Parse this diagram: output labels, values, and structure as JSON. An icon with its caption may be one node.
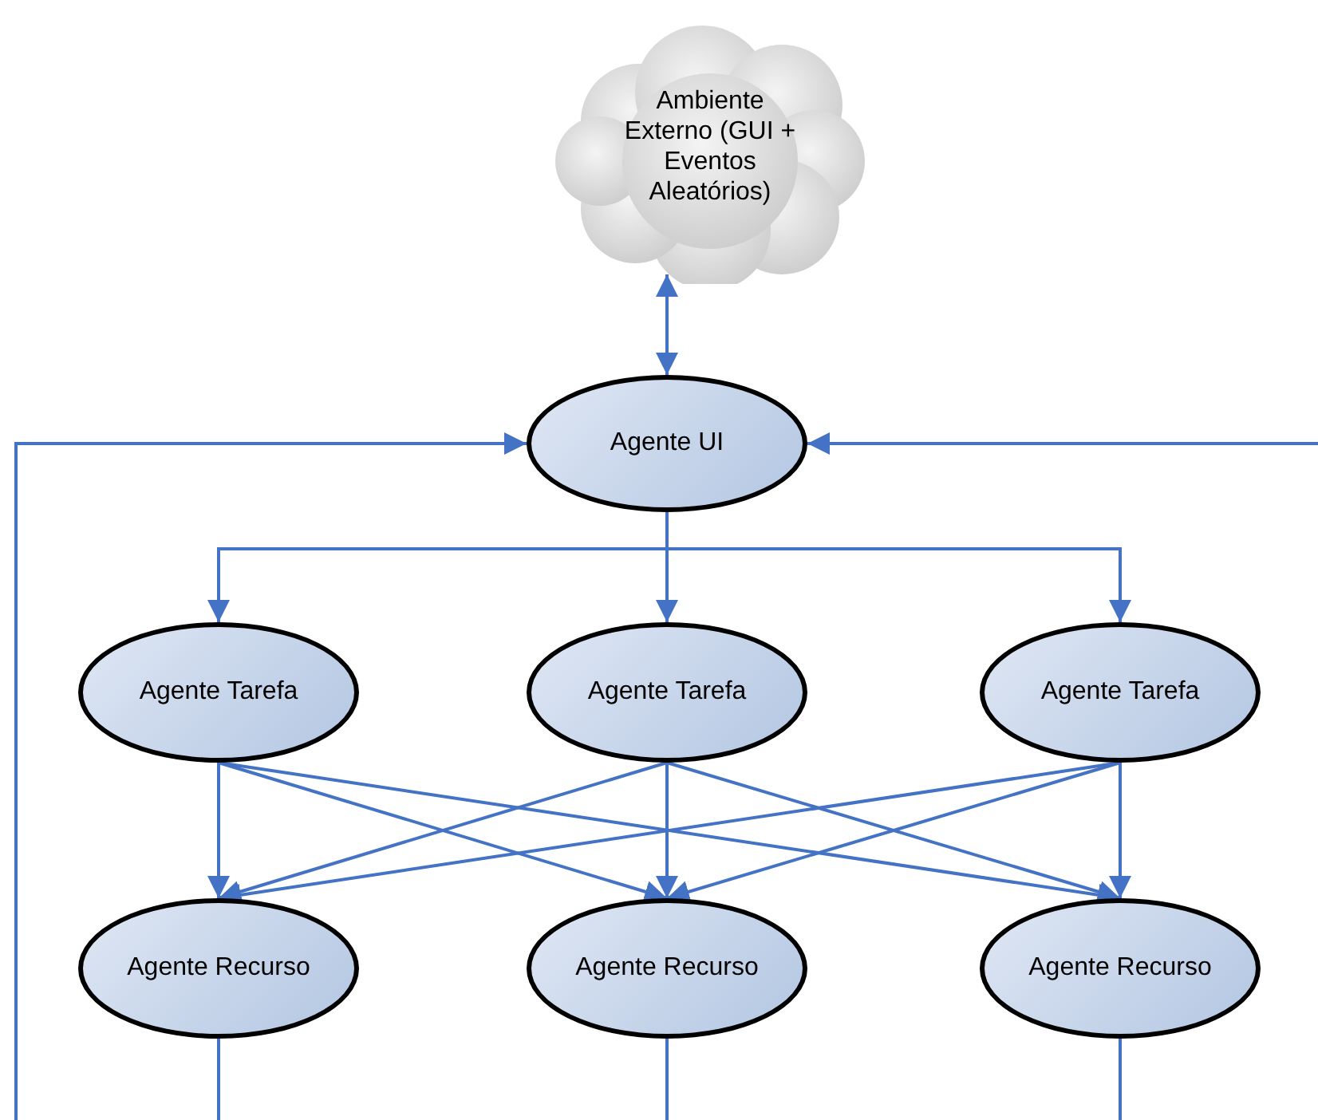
{
  "diagram": {
    "nodes": [
      {
        "text": [
          "Ambiente Externo (GUI + Eventos Aleatórios)"
        ]
      },
      {
        "text": [
          "Agente UI"
        ]
      },
      {
        "text": [
          "Agente Tarefa"
        ]
      },
      {
        "text": [
          "Agente Tarefa"
        ]
      },
      {
        "text": [
          "Agente Tarefa"
        ]
      },
      {
        "text": [
          "Agente Recurso"
        ]
      },
      {
        "text": [
          "Agente Recurso"
        ]
      },
      {
        "text": [
          "Agente Recurso"
        ]
      }
    ],
    "edges": [
      {
        "from": 0,
        "to": 1,
        "arrow": "both"
      },
      {
        "from": 1,
        "to": 2,
        "arrow": "to"
      },
      {
        "from": 1,
        "to": 3,
        "arrow": "to"
      },
      {
        "from": 1,
        "to": 4,
        "arrow": "to"
      },
      {
        "from": 2,
        "to": 5,
        "arrow": "to"
      },
      {
        "from": 2,
        "to": 6,
        "arrow": "to"
      },
      {
        "from": 2,
        "to": 7,
        "arrow": "to"
      },
      {
        "from": 3,
        "to": 5,
        "arrow": "to"
      },
      {
        "from": 3,
        "to": 6,
        "arrow": "to"
      },
      {
        "from": 3,
        "to": 7,
        "arrow": "to"
      },
      {
        "from": 4,
        "to": 5,
        "arrow": "to"
      },
      {
        "from": 4,
        "to": 6,
        "arrow": "to"
      },
      {
        "from": 4,
        "to": 7,
        "arrow": "to"
      },
      {
        "from": null,
        "to": 1,
        "arrow": "to"
      },
      {
        "from": null,
        "to": 1,
        "arrow": "to"
      },
      {
        "from": 5,
        "to": null,
        "arrow": "none"
      },
      {
        "from": 6,
        "to": null,
        "arrow": "none"
      },
      {
        "from": 7,
        "to": null,
        "arrow": "none"
      }
    ]
  }
}
